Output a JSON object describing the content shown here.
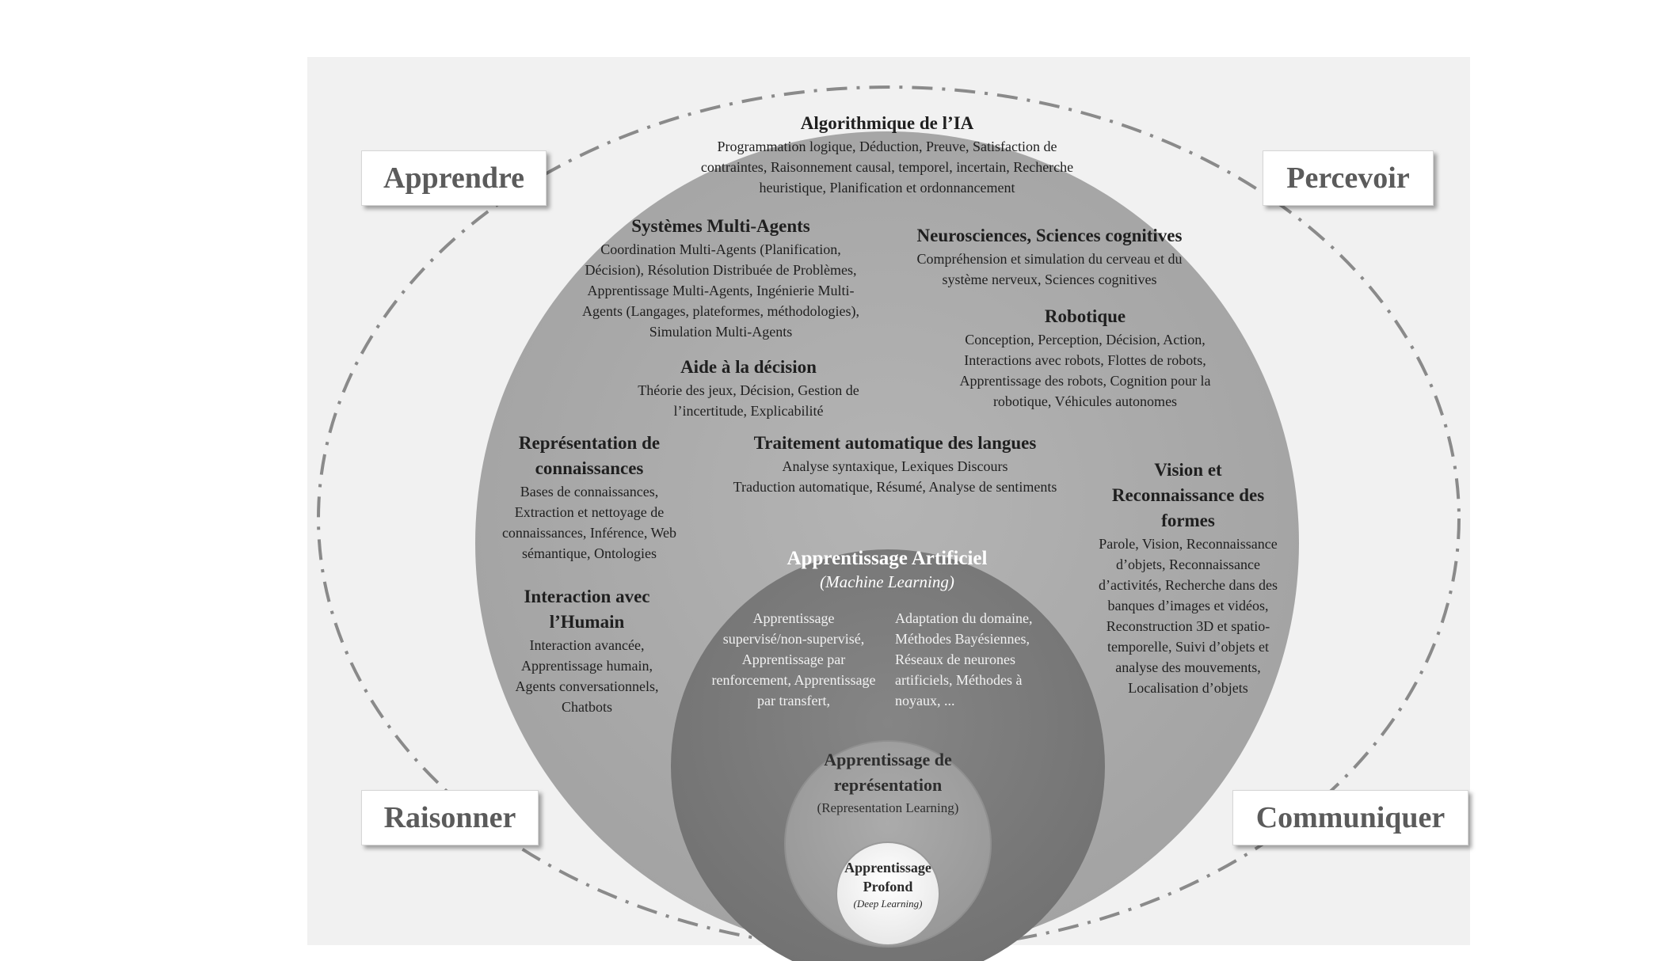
{
  "corners": {
    "top_left": "Apprendre",
    "top_right": "Percevoir",
    "bottom_left": "Raisonner",
    "bottom_right": "Communiquer"
  },
  "topics": {
    "algorithmique": {
      "title": "Algorithmique de l’IA",
      "lines": [
        "Programmation logique, Déduction, Preuve, Satisfaction de",
        "contraintes, Raisonnement causal, temporel, incertain, Recherche",
        "heuristique, Planification et ordonnancement"
      ]
    },
    "sma": {
      "title": "Systèmes Multi-Agents",
      "lines": [
        "Coordination Multi-Agents (Planification,",
        "Décision), Résolution Distribuée de Problèmes,",
        "Apprentissage Multi-Agents, Ingénierie Multi-",
        "Agents (Langages, plateformes, méthodologies),",
        "Simulation Multi-Agents"
      ]
    },
    "neuro": {
      "title": "Neurosciences, Sciences cognitives",
      "lines": [
        "Compréhension et simulation du cerveau et du",
        "système nerveux, Sciences cognitives"
      ]
    },
    "robotique": {
      "title": "Robotique",
      "lines": [
        "Conception, Perception, Décision, Action,",
        "Interactions avec robots, Flottes de robots,",
        "Apprentissage des robots, Cognition pour la",
        "robotique, Véhicules autonomes"
      ]
    },
    "aide": {
      "title": "Aide à la décision",
      "lines": [
        "Théorie des jeux, Décision, Gestion de",
        "l’incertitude, Explicabilité"
      ]
    },
    "representation": {
      "title_lines": [
        "Représentation de",
        "connaissances"
      ],
      "lines": [
        "Bases de connaissances,",
        "Extraction et nettoyage de",
        "connaissances, Inférence, Web",
        "sémantique, Ontologies"
      ]
    },
    "tal": {
      "title": "Traitement automatique des langues",
      "lines": [
        "Analyse syntaxique, Lexiques Discours",
        "Traduction automatique, Résumé, Analyse de sentiments"
      ]
    },
    "vision": {
      "title_lines": [
        "Vision et",
        "Reconnaissance des",
        "formes"
      ],
      "lines": [
        "Parole, Vision, Reconnaissance",
        "d’objets, Reconnaissance",
        "d’activités, Recherche dans des",
        "banques d’images et vidéos,",
        "Reconstruction 3D et spatio-",
        "temporelle, Suivi d’objets et",
        "analyse des mouvements,",
        "Localisation d’objets"
      ]
    },
    "interaction": {
      "title_lines": [
        "Interaction avec",
        "l’Humain"
      ],
      "lines": [
        "Interaction avancée,",
        "Apprentissage humain,",
        "Agents conversationnels,",
        "Chatbots"
      ]
    }
  },
  "ml": {
    "title": "Apprentissage Artificiel",
    "subtitle": "(Machine Learning)",
    "left_lines": [
      "Apprentissage",
      "supervisé/non-supervisé,",
      "Apprentissage par",
      "renforcement, Apprentissage",
      "par transfert,"
    ],
    "right_lines": [
      "Adaptation du domaine,",
      "Méthodes Bayésiennes,",
      "Réseaux de neurones",
      "artificiels, Méthodes à",
      "noyaux, ..."
    ]
  },
  "repr_learning": {
    "title_lines": [
      "Apprentissage de",
      "représentation"
    ],
    "subtitle": "(Representation Learning)"
  },
  "deep": {
    "title_lines": [
      "Apprentissage",
      "Profond"
    ],
    "subtitle": "(Deep Learning)"
  },
  "colors": {
    "big_circle": "#a9a9a9",
    "ml_circle": "#7c7c7c",
    "repr_circle": "#a2a2a2",
    "deep_circle": "#f6f6f6",
    "dashed_ring": "#8a8a8a",
    "corner_text": "#5b5b5b"
  }
}
